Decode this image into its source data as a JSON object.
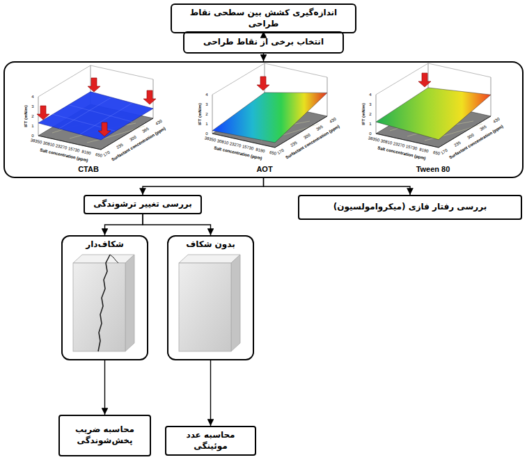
{
  "diagram": {
    "nodes": [
      {
        "text": [
          "اندازه‌گیری کشش بین سطحی نقاط طراحی"
        ]
      },
      {
        "text": [
          "انتخاب برخی از نقاط طراحی"
        ]
      },
      {
        "text": [
          "CTAB",
          "AOT",
          "Tween 80"
        ]
      },
      {
        "text": [
          "بررسی تغییر ترشوندگی"
        ]
      },
      {
        "text": [
          "بررسی رفتار فازی (میکروامولسیون)"
        ]
      },
      {
        "text": [
          "شکاف‌دار"
        ]
      },
      {
        "text": [
          "بدون شکاف"
        ]
      },
      {
        "text": [
          "محاسبه ضریب پخش‌شوندگی"
        ]
      },
      {
        "text": [
          "محاسبه عدد موئینگی"
        ]
      }
    ],
    "edges": [
      {
        "from": 0,
        "to": 1,
        "arrow": "to"
      },
      {
        "from": 1,
        "to": 2,
        "arrow": "to"
      },
      {
        "from": 2,
        "to": 3,
        "arrow": "to"
      },
      {
        "from": 2,
        "to": 4,
        "arrow": "to"
      },
      {
        "from": 3,
        "to": 5,
        "arrow": "to"
      },
      {
        "from": 3,
        "to": 6,
        "arrow": "to"
      },
      {
        "from": 5,
        "to": 7,
        "arrow": "to"
      },
      {
        "from": 6,
        "to": 8,
        "arrow": "to"
      }
    ],
    "labels": [
      "IFT (mN/m)",
      "Salt concentration (ppm)",
      "Surfactant concentration (ppm)",
      "38350",
      "30810",
      "23270",
      "15730",
      "8190",
      "650",
      "170",
      "235",
      "300",
      "365",
      "430",
      "0",
      "1",
      "2",
      "3",
      "4",
      "IFT (mN/m)",
      "Salt concentration (ppm)",
      "Surfactant concentration (ppm)",
      "38350",
      "30810",
      "23270",
      "15730",
      "8190",
      "650",
      "170",
      "235",
      "300",
      "365",
      "430",
      "0",
      "1",
      "2",
      "3",
      "4",
      "IFT (mN/m)",
      "Salt concentration (ppm)",
      "Surfactant concentration (ppm)",
      "38350",
      "30810",
      "23270",
      "15730",
      "8190",
      "650",
      "170",
      "235",
      "300",
      "365",
      "430",
      "0",
      "1",
      "2",
      "3",
      "4"
    ]
  }
}
